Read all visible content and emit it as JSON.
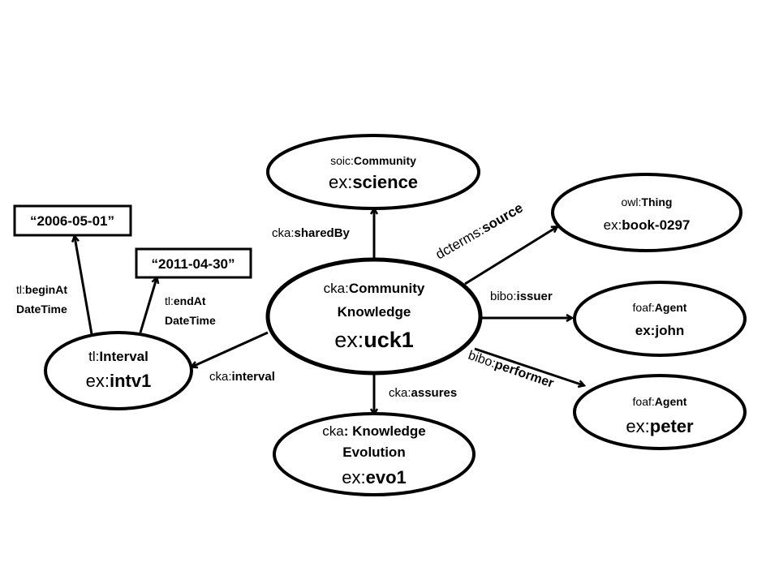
{
  "nodes": {
    "science": {
      "prefix_type": "soic:",
      "type_name": "Community",
      "prefix_id": "ex:",
      "id": "science"
    },
    "book": {
      "prefix_type": "owl:",
      "type_name": "Thing",
      "prefix_id": "ex:",
      "id": "book-0297"
    },
    "uck1": {
      "prefix_type": "cka:",
      "type_name": "Community",
      "type_line2": "Knowledge",
      "prefix_id": "ex:",
      "id": "uck1"
    },
    "john": {
      "prefix_type": "foaf:",
      "type_name": "Agent",
      "prefix_id": "ex:",
      "id": "john"
    },
    "peter": {
      "prefix_type": "foaf:",
      "type_name": "Agent",
      "prefix_id": "ex:",
      "id": "peter"
    },
    "evo1": {
      "prefix_type": "cka",
      "type_name": ": Knowledge",
      "type_line2": "Evolution",
      "prefix_id": "ex:",
      "id": "evo1"
    },
    "intv1": {
      "prefix_type": "tl:",
      "type_name": "Interval",
      "prefix_id": "ex:",
      "id": "intv1"
    },
    "date_begin": {
      "value": "“2006-05-01”"
    },
    "date_end": {
      "value": "“2011-04-30”"
    }
  },
  "edges": {
    "sharedBy": {
      "prefix": "cka:",
      "name": "sharedBy"
    },
    "source": {
      "prefix": "dcterms:",
      "name": "source"
    },
    "issuer": {
      "prefix": "bibo:",
      "name": "issuer"
    },
    "performer": {
      "prefix": "bibo:",
      "name": "performer"
    },
    "assures": {
      "prefix": "cka:",
      "name": "assures"
    },
    "interval": {
      "prefix": "cka:",
      "name": "interval"
    },
    "beginAt": {
      "prefix": "tl:",
      "name": "beginAt",
      "line2": "DateTime"
    },
    "endAt": {
      "prefix": "tl:",
      "name": "endAt",
      "line2": "DateTime"
    }
  }
}
